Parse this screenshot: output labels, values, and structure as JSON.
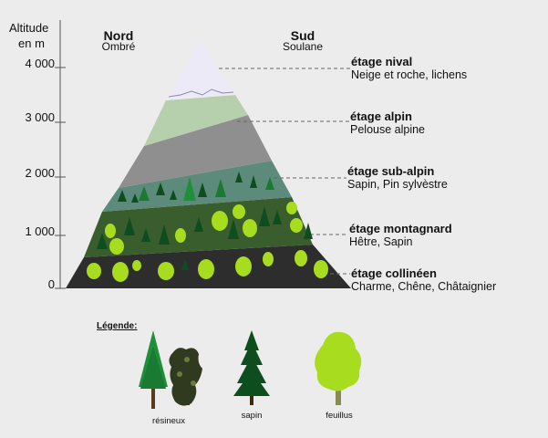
{
  "axis": {
    "title_line1": "Altitude",
    "title_line2": "en m",
    "ticks": [
      "4 000",
      "3 000",
      "2 000",
      "1 000",
      "0"
    ]
  },
  "sides": {
    "north": {
      "title": "Nord",
      "subtitle": "Ombré"
    },
    "south": {
      "title": "Sud",
      "subtitle": "Soulane"
    }
  },
  "zones": [
    {
      "name": "étage nival",
      "description": "Neige et roche, lichens",
      "color": "#eceaf7"
    },
    {
      "name": "étage alpin",
      "description": "Pelouse alpine",
      "color": "#b6d0ad"
    },
    {
      "name": "étage sub-alpin",
      "description": "Sapin, Pin sylvèstre",
      "color": "#5c8a7b"
    },
    {
      "name": "étage montagnard",
      "description": "Hêtre, Sapin",
      "color": "#3a5d2e"
    },
    {
      "name": "étage collinéen",
      "description": "Charme, Chêne, Châtaignier",
      "color": "#2d2d2d"
    }
  ],
  "legend": {
    "title": "Légende:",
    "items": [
      {
        "label": "résineux",
        "icon": "mixed-forest-icon"
      },
      {
        "label": "sapin",
        "icon": "fir-tree-icon"
      },
      {
        "label": "feuillus",
        "icon": "deciduous-tree-icon"
      }
    ]
  },
  "colors": {
    "fir": "#0e4d1e",
    "fir_light": "#1a7a32",
    "deciduous": "#a8dc1e",
    "resinous": "#1f8f3a",
    "mixed_dark": "#2f3a1e",
    "rock": "#8f8f8f"
  }
}
